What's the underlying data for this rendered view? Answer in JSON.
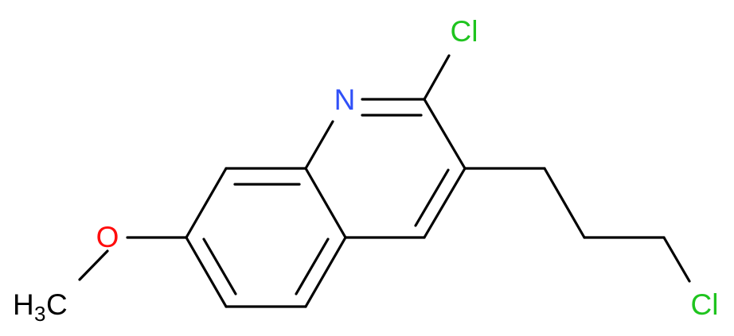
{
  "labels": {
    "cl_top": "Cl",
    "n": "N",
    "o": "O",
    "h": "H",
    "h_sub": "3",
    "c_methyl": "C",
    "cl_right": "Cl"
  },
  "colors": {
    "bond": "#000000",
    "chlorine": "#1fc41f",
    "nitrogen": "#3050f8",
    "oxygen": "#ff0d0d",
    "carbon": "#000000"
  }
}
